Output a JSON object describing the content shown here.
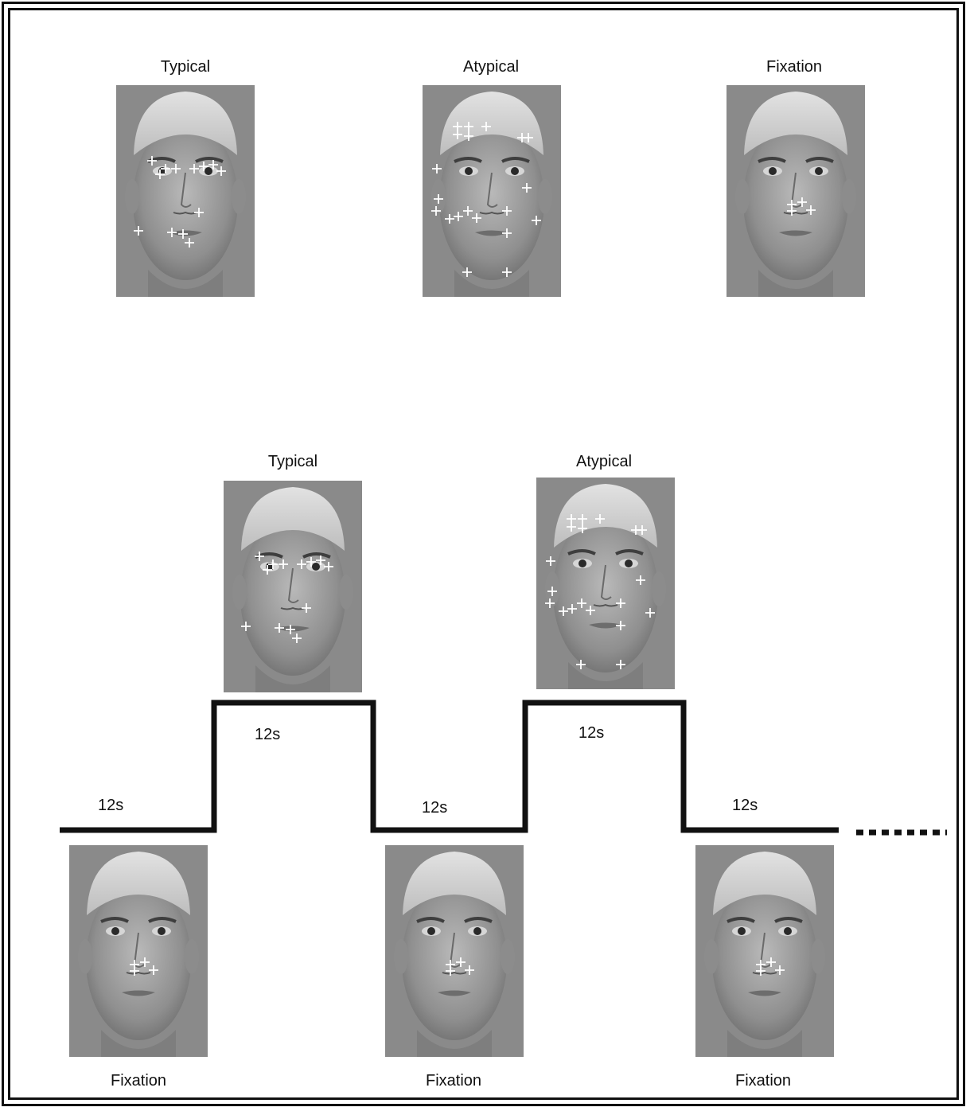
{
  "top_row": {
    "typical_label": "Typical",
    "atypical_label": "Atypical",
    "fixation_label": "Fixation"
  },
  "blocks": {
    "typical_label": "Typical",
    "atypical_label": "Atypical",
    "fixation_labels": [
      "Fixation",
      "Fixation",
      "Fixation"
    ]
  },
  "durations": [
    "12s",
    "12s",
    "12s",
    "12s",
    "12s"
  ],
  "continuation": "......."
}
